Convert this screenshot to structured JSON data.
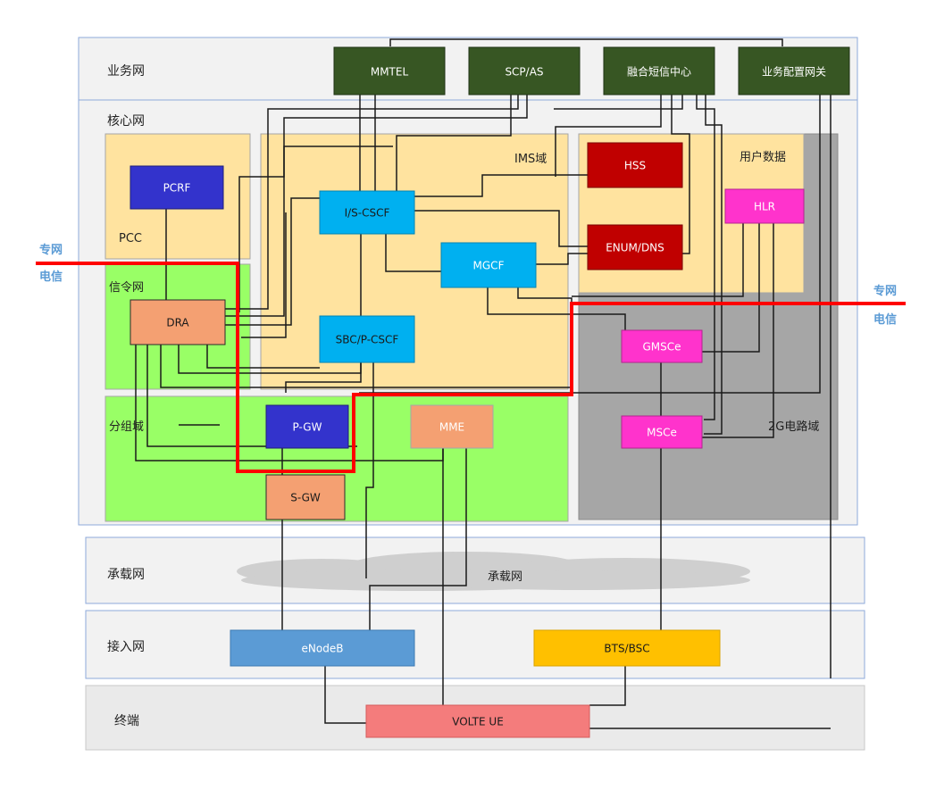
{
  "layers": {
    "service": "业务网",
    "core": "核心网",
    "bearer": "承载网",
    "access": "接入网",
    "terminal": "终端"
  },
  "domains": {
    "ims": "IMS域",
    "userdata": "用户数据",
    "pcc": "PCC",
    "signaling": "信令网",
    "packet": "分组域",
    "cs2g": "2G电路域"
  },
  "nodes": {
    "mmtel": "MMTEL",
    "scp": "SCP/AS",
    "sms": "融合短信中心",
    "config": "业务配置网关",
    "pcrf": "PCRF",
    "hss": "HSS",
    "iscscf": "I/S-CSCF",
    "mgcf": "MGCF",
    "enum": "ENUM/DNS",
    "hlr": "HLR",
    "dra": "DRA",
    "sbc": "SBC/P-CSCF",
    "gmsc": "GMSCe",
    "pgw": "P-GW",
    "mme": "MME",
    "msce": "MSCe",
    "sgw": "S-GW",
    "cloud": "承载网",
    "enodeb": "eNodeB",
    "bts": "BTS/BSC",
    "ue": "VOLTE UE"
  },
  "boundary": {
    "left_top": "专网",
    "left_bottom": "电信",
    "right_top": "专网",
    "right_bottom": "电信"
  },
  "colors": {
    "service_node": "#375623",
    "pcrf": "#3333cc",
    "hss": "#c00000",
    "cscf": "#00b0f0",
    "hlr": "#ff33cc",
    "dra": "#f4a072",
    "boundary": "#ff0000",
    "ims_zone": "#ffe39f",
    "packet_zone": "#99ff66",
    "cs_zone": "#a6a6a6",
    "enodeb": "#5b9bd5",
    "bts": "#ffc000",
    "ue": "#f47c7c"
  }
}
